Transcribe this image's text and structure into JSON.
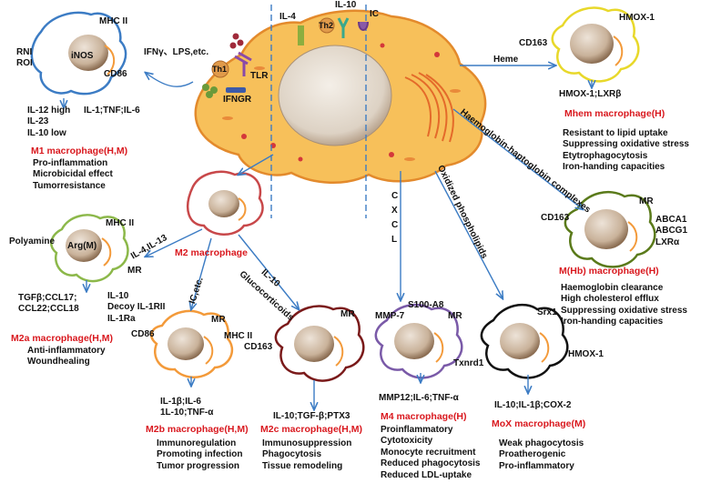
{
  "center": {
    "labels": {
      "il4": "IL-4",
      "il10": "IL-10",
      "ic": "IC",
      "th2": "Th2",
      "th1": "Th1",
      "tlr": "TLR",
      "ifngr": "IFNGR"
    },
    "inputs": {
      "m1": "IFNγ、LPS,etc."
    }
  },
  "m1": {
    "markers": {
      "mhc": "MHC II",
      "rni": "RNI",
      "roi": "ROI",
      "inos": "iNOS",
      "cd86": "CD86"
    },
    "cytokines": [
      "IL-12 high",
      "IL-23",
      "IL-10 low"
    ],
    "secreted": "IL-1;TNF;IL-6",
    "title": "M1 macrophage(H,M)",
    "functions": [
      "Pro-inflammation",
      "Microbicidal effect",
      "Tumorresistance"
    ]
  },
  "m2": {
    "title": "M2 macrophage",
    "input": "IL-4,IL-13",
    "to_m2b": "IC,etc.",
    "to_m2c": [
      "IL-10",
      "Glucocorticoids"
    ]
  },
  "m2a": {
    "markers": {
      "mhc": "MHC II",
      "polyamine": "Polyamine",
      "arg": "Arg(M)",
      "mr": "MR"
    },
    "secreted_left": [
      "TGFβ;CCL17;",
      "CCL22;CCL18"
    ],
    "secreted_right": [
      "IL-10",
      "Decoy IL-1RII",
      "IL-1Ra"
    ],
    "title": "M2a macrophage(H,M)",
    "functions": [
      "Anti-inflammatory",
      "Woundhealing"
    ]
  },
  "m2b": {
    "markers": {
      "cd86": "CD86",
      "mr": "MR",
      "mhc": "MHC II"
    },
    "secreted": [
      "IL-1β;IL-6",
      "1L-10;TNF-α"
    ],
    "title": "M2b macrophage(H,M)",
    "functions": [
      "Immunoregulation",
      "Promoting infection",
      "Tumor progression"
    ]
  },
  "m2c": {
    "markers": {
      "cd163": "CD163",
      "mr": "MR"
    },
    "secreted": "IL-10;TGF-β;PTX3",
    "title": "M2c macrophage(H,M)",
    "functions": [
      "Immunosuppression",
      "Phagocytosis",
      "Tissue remodeling"
    ]
  },
  "m4": {
    "input": [
      "C",
      "X",
      "C",
      "L"
    ],
    "markers": {
      "mmp7": "MMP-7",
      "s100": "S100-A8",
      "mr": "MR"
    },
    "secreted": "MMP12;IL-6;TNF-α",
    "title": "M4 macrophage(H)",
    "functions": [
      "Proinflammatory",
      "Cytotoxicity",
      "Monocyte recruitment",
      "Reduced phagocytosis",
      "Reduced LDL-uptake"
    ]
  },
  "mox": {
    "input": "Oxidized phospholipids",
    "markers": {
      "srx1": "Srx1",
      "txnrd1": "Txnrd1",
      "hmox": "HMOX-1"
    },
    "secreted": "IL-10;IL-1β;COX-2",
    "title": "MoX macrophage(M)",
    "functions": [
      "Weak phagocytosis",
      "Proatherogenic",
      "Pro-inflammatory"
    ]
  },
  "mhb": {
    "input": "Haemoglobin-haptoglobin complexes",
    "markers": {
      "cd163": "CD163",
      "mr": "MR"
    },
    "receptors": [
      "ABCA1",
      "ABCG1",
      "LXRα"
    ],
    "title": "M(Hb) macrophage(H)",
    "functions": [
      "Haemoglobin clearance",
      "High cholesterol efflux",
      "Suppressing oxidative stress",
      "Iron-handing capacities"
    ]
  },
  "mhem": {
    "input": "Heme",
    "markers": {
      "hmox": "HMOX-1",
      "cd163": "CD163"
    },
    "secreted": "HMOX-1;LXRβ",
    "title": "Mhem macrophage(H)",
    "functions": [
      "Resistant to lipid uptake",
      "Suppressing oxidative stress",
      "Etytrophagocytosis",
      "Iron-handing capacities"
    ]
  }
}
